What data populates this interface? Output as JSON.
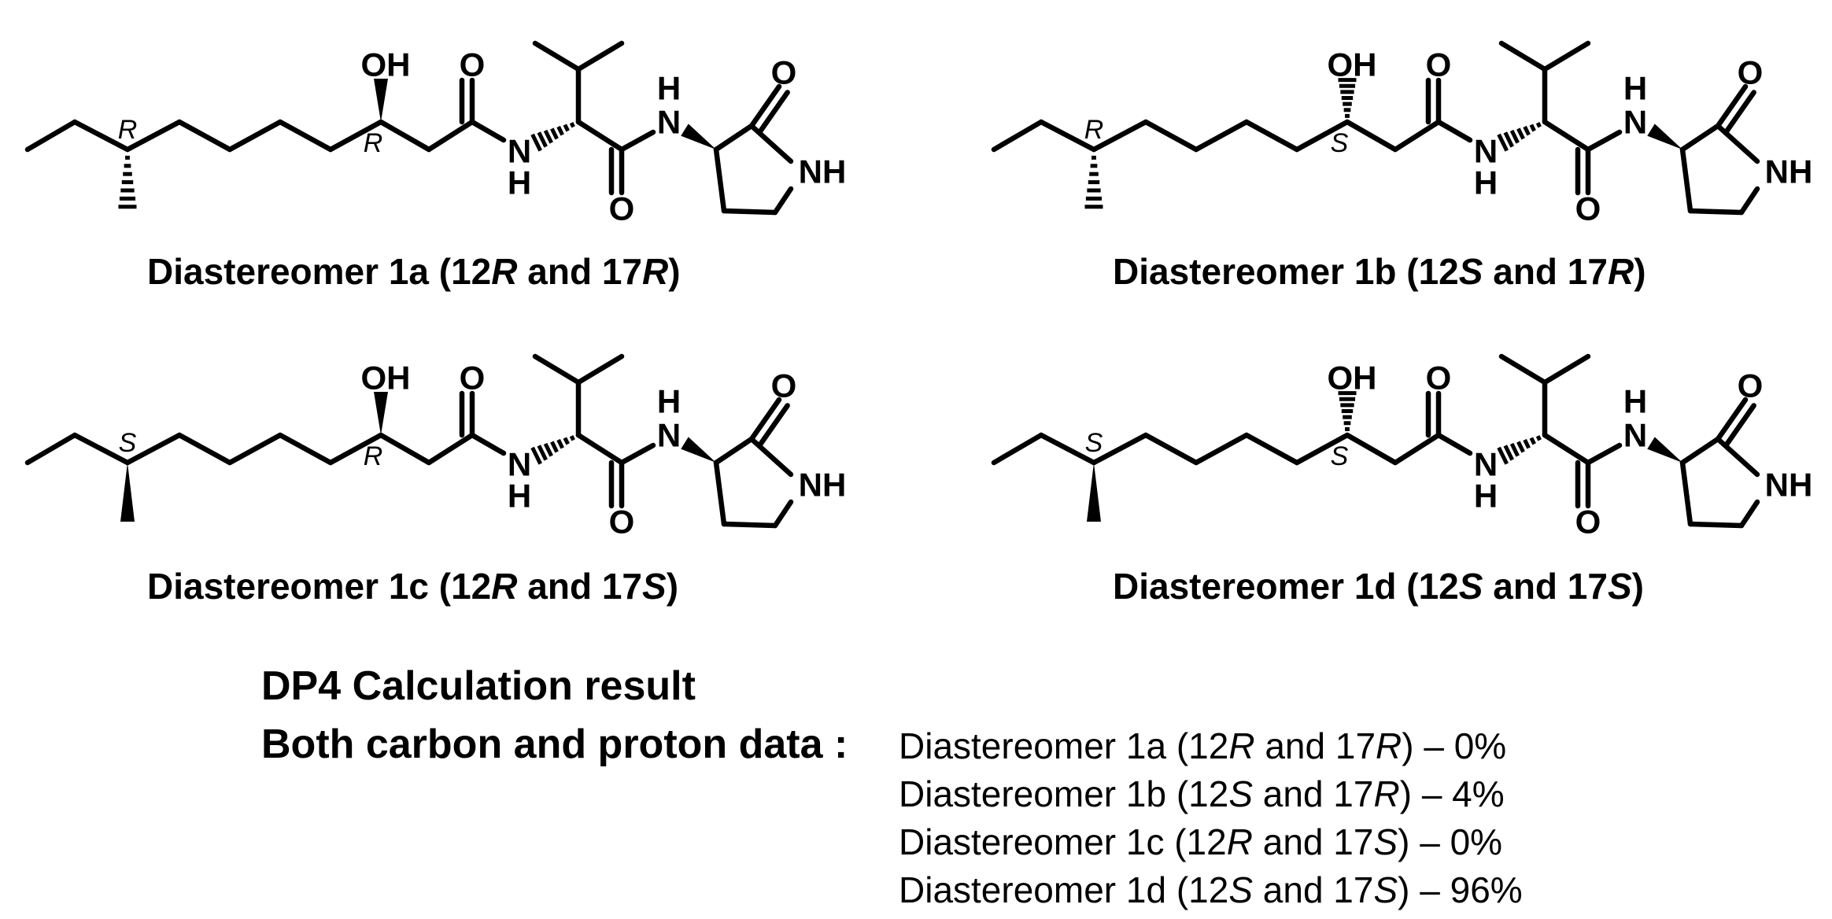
{
  "structures": [
    {
      "id": "1a",
      "prefix": "Diastereomer 1a (12",
      "c12": "R",
      "mid": " and 17",
      "c17": "R",
      "suffix": ")",
      "c17_label": "R",
      "c12_label": "R",
      "c17_methyl": "hash",
      "c12_oh": "wedge"
    },
    {
      "id": "1b",
      "prefix": "Diastereomer 1b (12",
      "c12": "S",
      "mid": " and 17",
      "c17": "R",
      "suffix": ")",
      "c17_label": "R",
      "c12_label": "S",
      "c17_methyl": "hash",
      "c12_oh": "hash"
    },
    {
      "id": "1c",
      "prefix": "Diastereomer 1c (12",
      "c12": "R",
      "mid": " and 17",
      "c17": "S",
      "suffix": ")",
      "c17_label": "S",
      "c12_label": "R",
      "c17_methyl": "wedge",
      "c12_oh": "wedge"
    },
    {
      "id": "1d",
      "prefix": "Diastereomer 1d (12",
      "c12": "S",
      "mid": " and 17",
      "c17": "S",
      "suffix": ")",
      "c17_label": "S",
      "c12_label": "S",
      "c17_methyl": "wedge",
      "c12_oh": "hash"
    }
  ],
  "atom_labels": {
    "oh": "OH",
    "o": "O",
    "h": "H",
    "n": "N",
    "nh": "NH"
  },
  "result": {
    "title": "DP4 Calculation result",
    "label": "Both carbon and proton data :",
    "lines": [
      {
        "prefix": "Diastereomer 1a (12",
        "c12": "R",
        "mid": " and 17",
        "c17": "R",
        "suffix": ") – 0%"
      },
      {
        "prefix": "Diastereomer 1b (12",
        "c12": "S",
        "mid": " and 17",
        "c17": "R",
        "suffix": ") – 4%"
      },
      {
        "prefix": "Diastereomer 1c (12",
        "c12": "R",
        "mid": " and 17",
        "c17": "S",
        "suffix": ") – 0%"
      },
      {
        "prefix": "Diastereomer 1d (12",
        "c12": "S",
        "mid": " and 17",
        "c17": "S",
        "suffix": ") – 96%"
      }
    ]
  }
}
